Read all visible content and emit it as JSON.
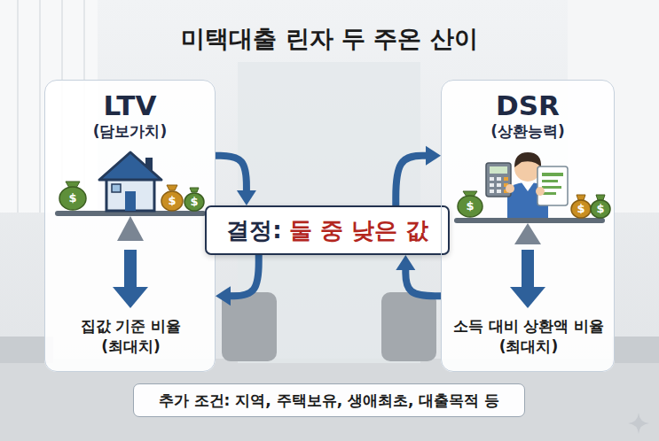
{
  "diagram": {
    "title": "미택대출 린자 두 주온 산이",
    "nodes": [
      {
        "text": [
          "LTV",
          "(담보가치)",
          "집값 기준 비율 (최대치)"
        ]
      },
      {
        "text": [
          "결정:",
          "둘 중 낮은 값"
        ]
      },
      {
        "text": [
          "DSR",
          "(상환능력)",
          "소득 대비 상환액 비율 (최대치)"
        ]
      },
      {
        "text": [
          "추가 조건: 지역, 주택보유, 생애최초, 대출목적 등"
        ]
      }
    ],
    "edges": [
      {
        "from": 0,
        "to": 1,
        "arrow": "to"
      },
      {
        "from": 1,
        "to": 0,
        "arrow": "to"
      },
      {
        "from": 1,
        "to": 2,
        "arrow": "to"
      },
      {
        "from": 2,
        "to": 1,
        "arrow": "to"
      }
    ],
    "labels": [
      "$",
      "$",
      "$",
      "$",
      "$",
      "$"
    ]
  }
}
